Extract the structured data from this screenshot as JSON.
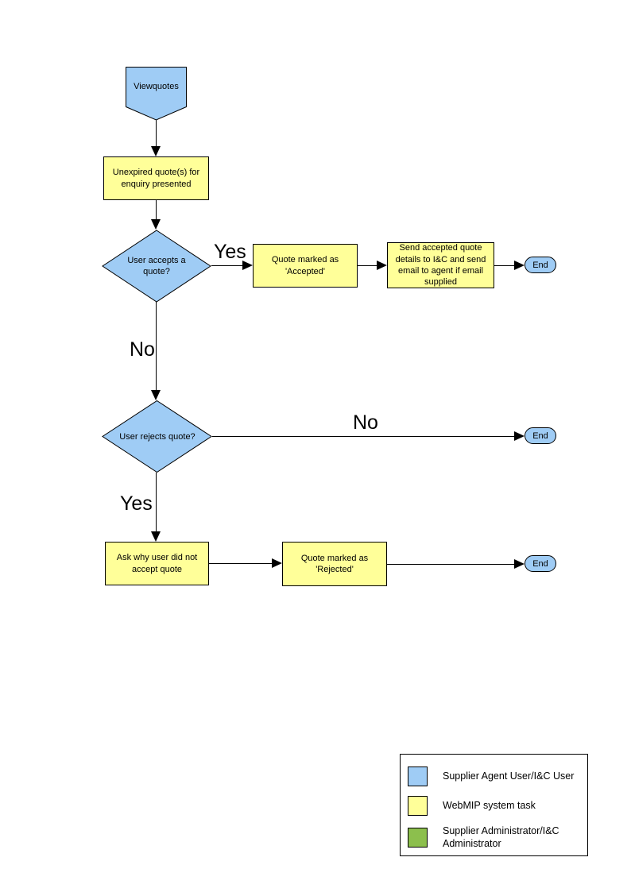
{
  "colors": {
    "blue": "#9FCCF5",
    "yellow": "#FFFF99",
    "green": "#8CBF4D",
    "line": "#000000"
  },
  "flowchart": {
    "start": "Viewquotes",
    "nodes": {
      "unexpired": "Unexpired quote(s) for enquiry presented",
      "accepts": "User accepts a quote?",
      "accepted": "Quote  marked as 'Accepted'",
      "send_details": "Send accepted quote details to I&C and send email to agent if email supplied",
      "rejects": "User rejects quote?",
      "ask_why": "Ask why user did not accept quote",
      "rejected": "Quote  marked as 'Rejected'"
    },
    "edge_labels": {
      "yes1": "Yes",
      "no1": "No",
      "no2": "No",
      "yes2": "Yes"
    },
    "ends": {
      "end1": "End",
      "end2": "End",
      "end3": "End"
    }
  },
  "legend": {
    "items": [
      {
        "label": "Supplier Agent User/I&C User",
        "color": "#9FCCF5"
      },
      {
        "label": "WebMIP system task",
        "color": "#FFFF99"
      },
      {
        "label": "Supplier Administrator/I&C Administrator",
        "color": "#8CBF4D"
      }
    ]
  }
}
